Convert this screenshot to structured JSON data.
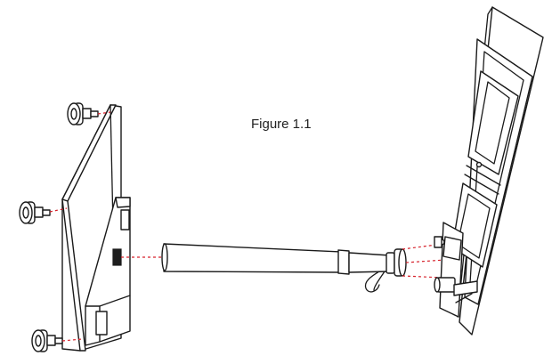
{
  "figure": {
    "caption": "Figure 1.1"
  },
  "colors": {
    "line": "#1a1a1a",
    "guide": "#d6202a",
    "background": "#ffffff"
  },
  "parts": {
    "casters": [
      "caster-wheel-icon",
      "caster-wheel-icon",
      "caster-wheel-icon"
    ],
    "base_plate": "base-plate",
    "crossbar": "telescoping-crossbar",
    "upright_frame": "upright-panel-frame"
  }
}
